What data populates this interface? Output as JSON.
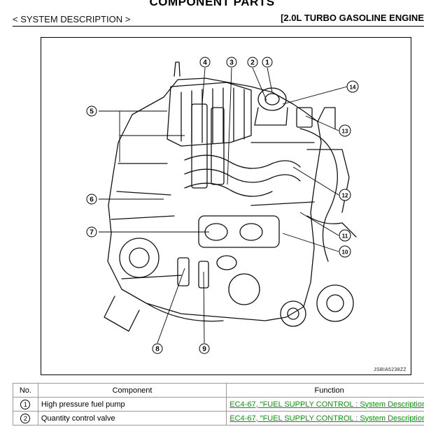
{
  "header": {
    "title": "COMPONENT PARTS",
    "section": "< SYSTEM DESCRIPTION >",
    "engine": "[2.0L TURBO GASOLINE ENGINE"
  },
  "figure": {
    "code": "JSBIA5238ZZ",
    "callouts": [
      "1",
      "2",
      "3",
      "4",
      "5",
      "6",
      "7",
      "8",
      "9",
      "10",
      "11",
      "12",
      "13",
      "14"
    ]
  },
  "table": {
    "headers": {
      "no": "No.",
      "component": "Component",
      "function": "Function"
    },
    "rows": [
      {
        "no": "1",
        "component": "High pressure fuel pump",
        "function": "EC4-67, \"FUEL SUPPLY CONTROL : System Description\""
      },
      {
        "no": "2",
        "component": "Quantity control valve",
        "function": "EC4-67, \"FUEL SUPPLY CONTROL : System Description\""
      }
    ]
  }
}
